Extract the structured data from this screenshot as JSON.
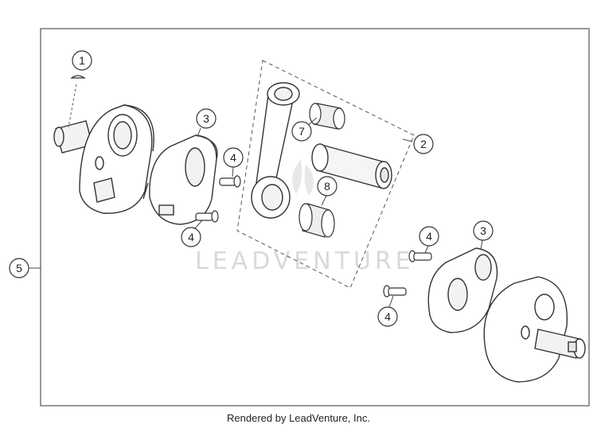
{
  "callouts": {
    "c1": "1",
    "c2": "2",
    "c3a": "3",
    "c3b": "3",
    "c4a": "4",
    "c4b": "4",
    "c4c": "4",
    "c4d": "4",
    "c5": "5",
    "c7": "7",
    "c8": "8"
  },
  "watermark": "LEADVENTURE",
  "footer": "Rendered by LeadVenture, Inc.",
  "colors": {
    "line": "#333333",
    "fill": "#ffffff",
    "shade": "#e6e6e6",
    "frame": "#555555"
  }
}
